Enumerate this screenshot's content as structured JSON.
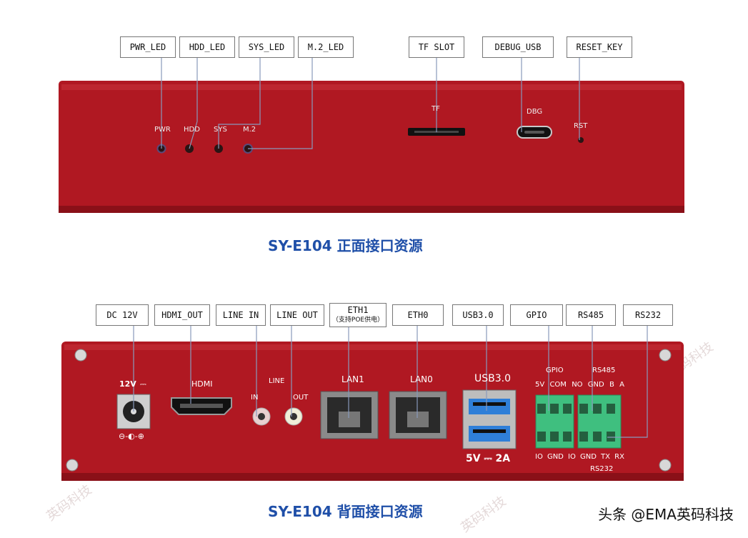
{
  "front": {
    "callouts": [
      "PWR_LED",
      "HDD_LED",
      "SYS_LED",
      "M.2_LED",
      "TF SLOT",
      "DEBUG_USB",
      "RESET_KEY"
    ],
    "panel_labels": [
      "PWR",
      "HDD",
      "SYS",
      "M.2",
      "TF",
      "DBG",
      "RST"
    ],
    "caption": "SY-E104 正面接口资源"
  },
  "back": {
    "callouts": [
      "DC 12V",
      "HDMI_OUT",
      "LINE IN",
      "LINE OUT",
      "ETH1",
      "ETH0",
      "USB3.0",
      "GPIO",
      "RS485",
      "RS232"
    ],
    "eth1_note": "（支持POE供电）",
    "panel": {
      "dc": "12V",
      "hdmi": "HDMI",
      "line": "LINE",
      "line_in": "IN",
      "line_out": "OUT",
      "lan1": "LAN1",
      "lan0": "LAN0",
      "usb": "USB3.0",
      "usb_power": "5V",
      "usb_current": "2A",
      "gpio_group": "GPIO",
      "rs485_group": "RS485",
      "rs232_group": "RS232",
      "top_pins": [
        "5V",
        "COM",
        "NO",
        "GND",
        "B",
        "A"
      ],
      "bottom_pins": [
        "IO",
        "GND",
        "IO",
        "GND",
        "TX",
        "RX"
      ]
    },
    "caption": "SY-E104 背面接口资源"
  },
  "credit": "头条 @EMA英码科技",
  "watermark": "英码科技",
  "colors": {
    "chassis": "#b01822",
    "caption": "#1f4fa8",
    "terminal": "#3fbf7f",
    "usb_blue": "#2f7fd8"
  }
}
